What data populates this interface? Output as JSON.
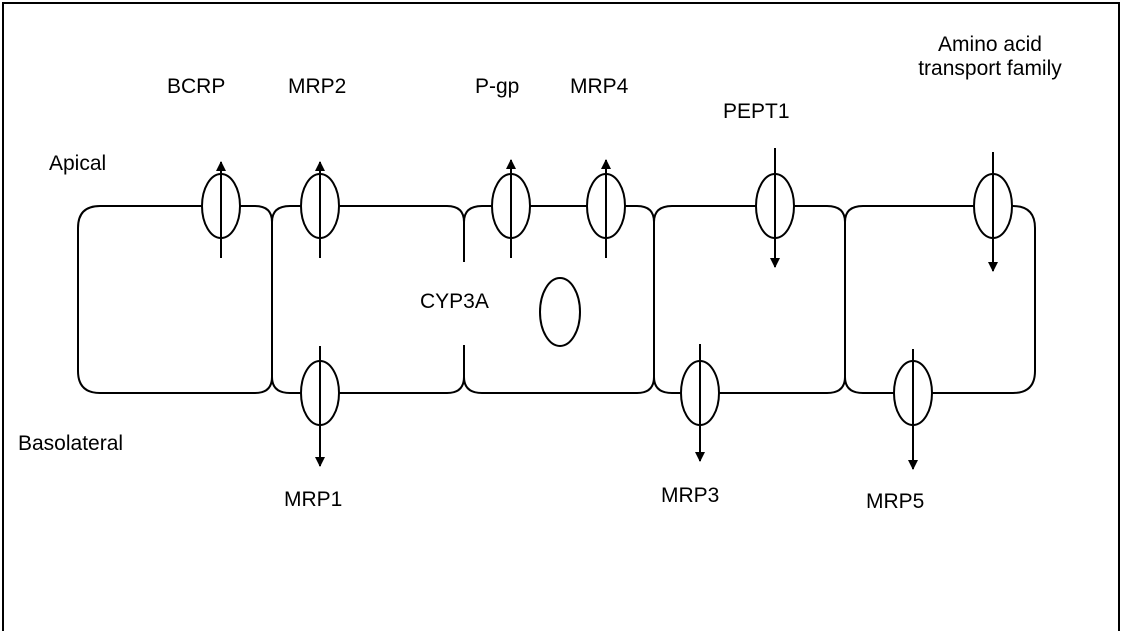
{
  "diagram": {
    "regions": {
      "apical": "Apical",
      "basolateral": "Basolateral"
    },
    "transporters": {
      "bcrp": "BCRP",
      "mrp2": "MRP2",
      "pgp": "P-gp",
      "mrp4": "MRP4",
      "pept1": "PEPT1",
      "amino_line1": "Amino acid",
      "amino_line2": "transport family",
      "mrp1": "MRP1",
      "mrp3": "MRP3",
      "mrp5": "MRP5"
    },
    "enzyme": "CYP3A",
    "colors": {
      "stroke": "#000000",
      "background": "#ffffff"
    }
  }
}
